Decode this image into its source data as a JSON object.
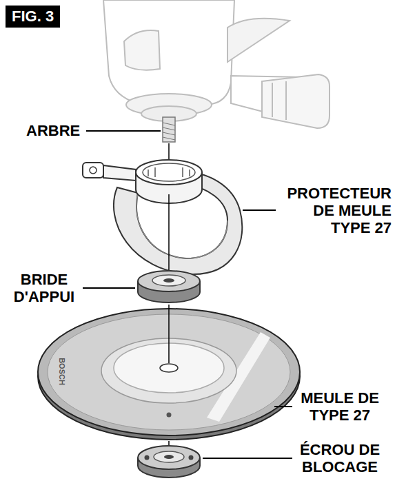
{
  "diagram": {
    "title": "FIG. 3",
    "labels": [
      "ARBRE",
      "PROTECTEUR DE MEULE TYPE 27",
      "BRIDE D'APPUI",
      "BOSCH",
      "MEULE DE TYPE 27",
      "ÉCROU DE BLOCAGE"
    ]
  }
}
